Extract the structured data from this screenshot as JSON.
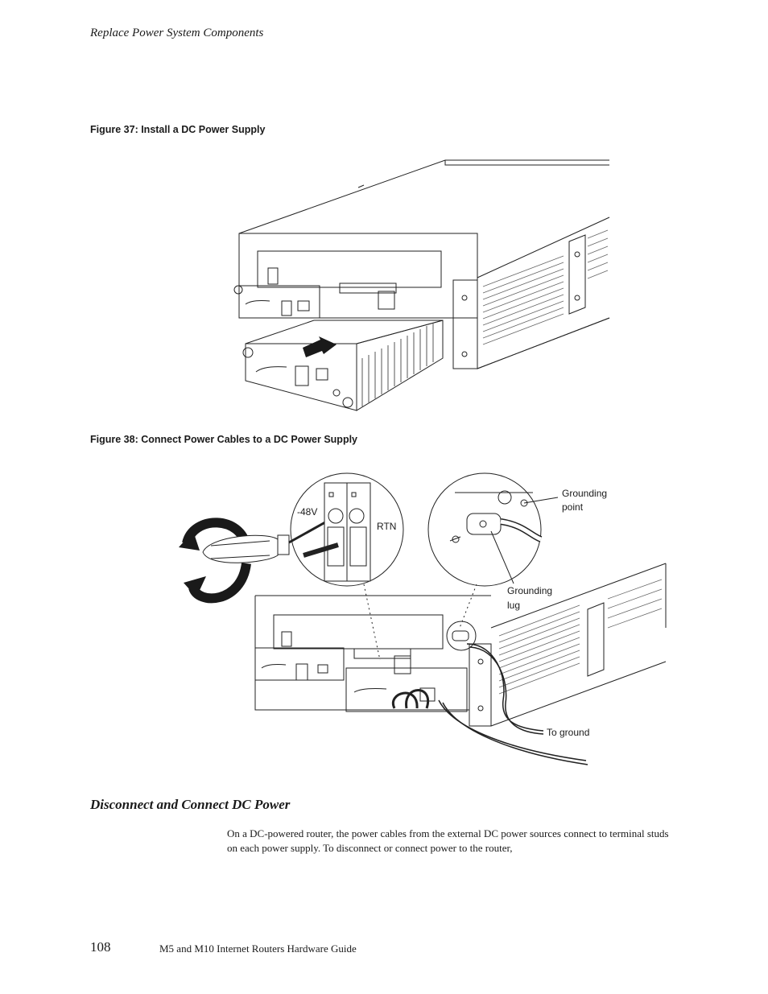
{
  "header": {
    "running_head": "Replace Power System Components"
  },
  "figure37": {
    "caption": "Figure 37:  Install a DC Power Supply"
  },
  "figure38": {
    "caption": "Figure 38:  Connect Power Cables to a DC Power Supply",
    "labels": {
      "neg48v": "-48V",
      "rtn": "RTN",
      "grounding_point_1": "Grounding",
      "grounding_point_2": "point",
      "grounding_lug_1": "Grounding",
      "grounding_lug_2": "lug",
      "to_ground": "To ground"
    }
  },
  "section": {
    "heading": "Disconnect and Connect DC Power",
    "paragraph": "On a DC-powered router, the power cables from the external DC power sources connect to terminal studs on each power supply.  To disconnect or connect power to the router,"
  },
  "footer": {
    "page_number": "108",
    "title": "M5 and M10 Internet Routers Hardware Guide"
  }
}
